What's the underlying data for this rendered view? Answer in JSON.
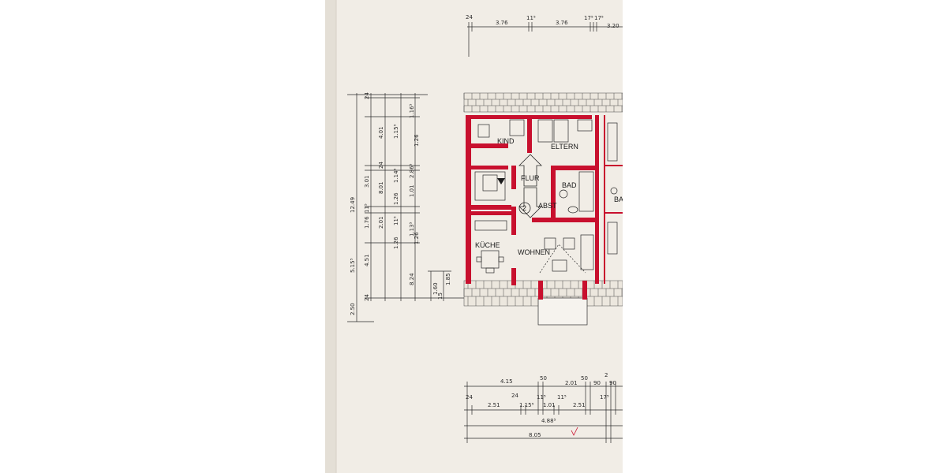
{
  "rooms": {
    "kind": "KIND",
    "eltern": "ELTERN",
    "flur": "FLUR",
    "bad": "BAD",
    "bad_partial": "BA",
    "abst": "ABST",
    "kueche": "KÜCHE",
    "wohnen": "WOHNEN"
  },
  "unit_number": "2",
  "dims": {
    "top": [
      "24",
      "3.76",
      "11⁵",
      "3.76",
      "17⁵",
      "17⁵",
      "3.20"
    ],
    "left_total": "12.49",
    "left_outer": "5.15⁵",
    "left_mid_a": [
      "24",
      "3.01",
      "4.51",
      "11⁵",
      "1.76",
      "24"
    ],
    "left_mid_b": [
      "4.01",
      "8.01",
      "2.01",
      "24"
    ],
    "left_mid_c": [
      "1.15⁵",
      "1.14⁵",
      "1.26",
      "11⁵",
      "1.26",
      "8.24"
    ],
    "left_inner": [
      "1.16⁵",
      "1.26",
      "2.86⁵",
      "1.01",
      "1.13⁵",
      "1.26"
    ],
    "bottom_left": [
      "2.50",
      "1.60",
      "1.85",
      "15"
    ],
    "bottom_row1": [
      "4.15",
      "50",
      "2.01",
      "50",
      "90",
      "2",
      "90"
    ],
    "bottom_row2": [
      "24",
      "2.51",
      "24",
      "1.15⁵",
      "11⁵",
      "1.01",
      "11⁵",
      "2.51",
      "17⁵"
    ],
    "bottom_mid": "4.88⁵",
    "bottom_total": "8.05"
  },
  "colors": {
    "paper": "#f1ede6",
    "wall": "#c8102e",
    "ink": "#2a2a2a"
  }
}
